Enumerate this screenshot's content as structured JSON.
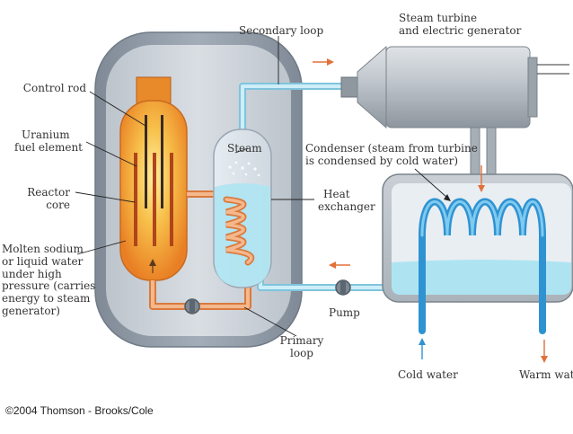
{
  "diagram": {
    "labels": {
      "steam_turbine_line1": "Steam turbine",
      "steam_turbine_line2": "and electric generator",
      "secondary_loop": "Secondary loop",
      "control_rod": "Control rod",
      "uranium_line1": "Uranium",
      "uranium_line2": "fuel element",
      "steam": "Steam",
      "condenser_line1": "Condenser (steam from turbine",
      "condenser_line2": "is condensed by cold water)",
      "reactor_line1": "Reactor",
      "reactor_line2": "core",
      "heat_line1": "Heat",
      "heat_line2": "exchanger",
      "molten_line1": "Molten sodium",
      "molten_line2": "or liquid water",
      "molten_line3": "under high",
      "molten_line4": "pressure (carries",
      "molten_line5": "energy to steam",
      "molten_line6": "generator)",
      "pump": "Pump",
      "primary_line1": "Primary",
      "primary_line2": "loop",
      "cold_water": "Cold water",
      "warm_water": "Warm water"
    },
    "copyright": "©2004 Thomson - Brooks/Cole",
    "colors": {
      "vessel_outer": "#8f9aa6",
      "vessel_inner": "#c6cdd4",
      "core_orange": "#f0902c",
      "core_yellow": "#fde27a",
      "fuel_rod": "#b0441c",
      "control_rod": "#3a2a1e",
      "primary_pipe": "#ec9a62",
      "secondary_pipe": "#9fd8ec",
      "water": "#aee4f2",
      "condenser_coil": "#3fa8e2",
      "turbine": "#b9bfc6",
      "arrow": "#e2703a"
    }
  }
}
